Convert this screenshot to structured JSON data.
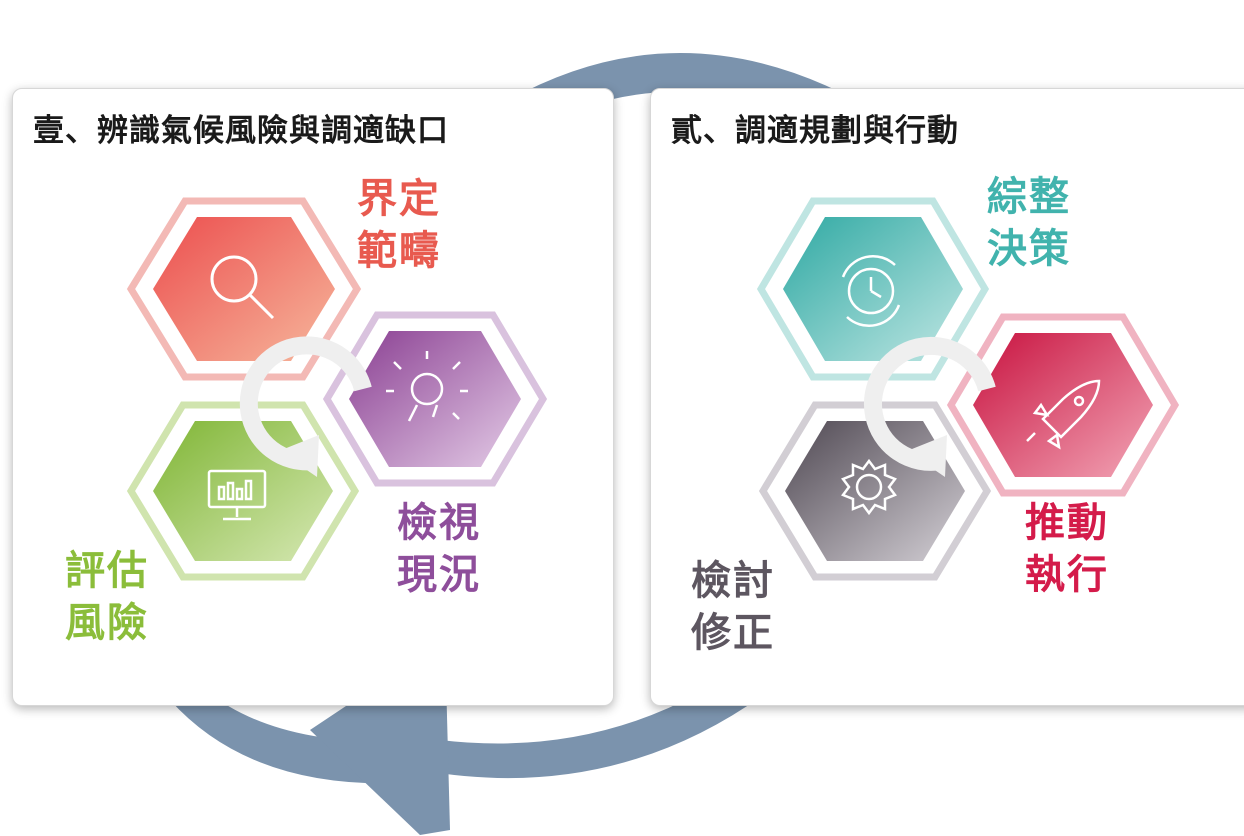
{
  "panels": [
    {
      "title": "壹、辨識氣候風險與調適缺口",
      "steps": [
        {
          "line1": "界定",
          "line2": "範疇",
          "color": "#e85a4f",
          "icon": "magnifier-icon"
        },
        {
          "line1": "檢視",
          "line2": "現況",
          "color": "#8e4e9b",
          "icon": "lightbulb-icon"
        },
        {
          "line1": "評估",
          "line2": "風險",
          "color": "#8bbd3a",
          "icon": "monitor-chart-icon"
        }
      ]
    },
    {
      "title": "貳、調適規劃與行動",
      "steps": [
        {
          "line1": "綜整",
          "line2": "決策",
          "color": "#41b3ad",
          "icon": "clock-cycle-icon"
        },
        {
          "line1": "推動",
          "line2": "執行",
          "color": "#d41b4a",
          "icon": "rocket-icon"
        },
        {
          "line1": "檢討",
          "line2": "修正",
          "color": "#5d5660",
          "icon": "gear-icon"
        }
      ]
    }
  ],
  "colors": {
    "cycle_arrow": "#7b93ad",
    "inner_cycle_arrow": "#ececec"
  }
}
